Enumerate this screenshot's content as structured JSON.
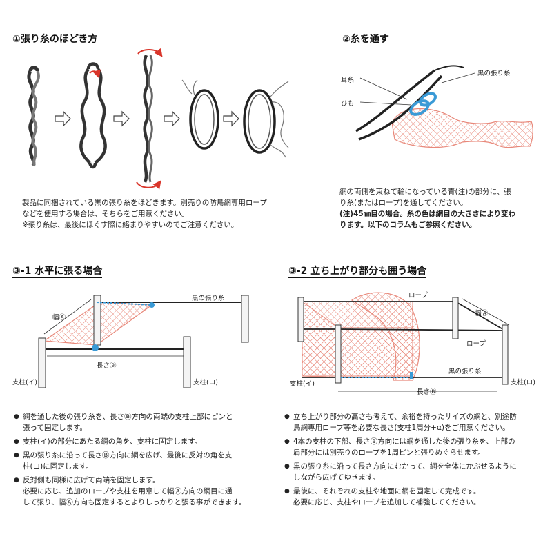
{
  "section1": {
    "title": "①張り糸のほどき方",
    "desc": [
      "製品に同梱されている黒の張り糸をほどきます。別売りの防鳥網専用ロープ",
      "などを使用する場合は、そちらをご用意ください。",
      "※張り糸は、最後にほぐす際に絡まりやすいのでご注意ください。"
    ]
  },
  "section2": {
    "title": "②糸を通す",
    "labels": {
      "mimi_ito": "耳糸",
      "himo": "ひも",
      "kuro_hari_ito": "黒の張り糸"
    },
    "desc": [
      "網の両側を束ねて輪になっている青(注)の部分に、張",
      "り糸(またはロープ)を通してください。",
      "(注)45㎜目の場合。糸の色は網目の大きさにより変わ",
      "ります。以下のコラムもご参照ください。"
    ]
  },
  "section3_1": {
    "title": "③-1 水平に張る場合",
    "labels": {
      "kuro_hari_ito": "黒の張り糸",
      "haba": "幅Ⓐ",
      "nagasa": "長さⒷ",
      "post_i": "支柱(イ)",
      "post_ro": "支柱(ロ)"
    },
    "bullets": [
      [
        "網を通した後の張り糸を、長さⒷ方向の両端の支柱上部にピンと",
        "張って固定します。"
      ],
      [
        "支柱(イ)の部分にあたる網の角を、支柱に固定します。"
      ],
      [
        "黒の張り糸に沿って長さⒷ方向に網を広げ、最後に反対の角を支",
        "柱(ロ)に固定します。"
      ],
      [
        "反対側も同様に広げて両端を固定します。",
        "必要に応じ、追加のロープや支柱を用意して幅Ⓐ方向の網目に通",
        "して張り、幅Ⓐ方向も固定するとよりしっかりと張る事ができます。"
      ]
    ]
  },
  "section3_2": {
    "title": "③-2 立ち上がり部分も囲う場合",
    "labels": {
      "rope_top": "ロープ",
      "haba": "幅Ⓐ",
      "rope_mid": "ロープ",
      "kuro_hari_ito": "黒の張り糸",
      "nagasa": "長さⒷ",
      "post_i": "支柱(イ)",
      "post_ro": "支柱(ロ)"
    },
    "bullets": [
      [
        "立ち上がり部分の高さも考えて、余裕を持ったサイズの網と、別途防",
        "鳥網専用ロープ等を必要な長さ(支柱1周分+α)をご用意ください。"
      ],
      [
        "4本の支柱の下部、長さⒷ方向には網を通した後の張り糸を、上部の",
        "肩部分には別売りのロープを1周ピンと張りめぐらせます。"
      ],
      [
        "黒の張り糸に沿って長さ方向にむかって、網を全体にかぶせるように",
        "しながら広げてゆきます。"
      ],
      [
        "最後に、それぞれの支柱や地面に網を固定して完成です。",
        "必要に応じ、支柱やロープを追加して補強してください。"
      ]
    ]
  },
  "colors": {
    "net": "#e8887a",
    "blue": "#3a9ad6",
    "dark": "#222222",
    "post": "#f4f4f4"
  }
}
